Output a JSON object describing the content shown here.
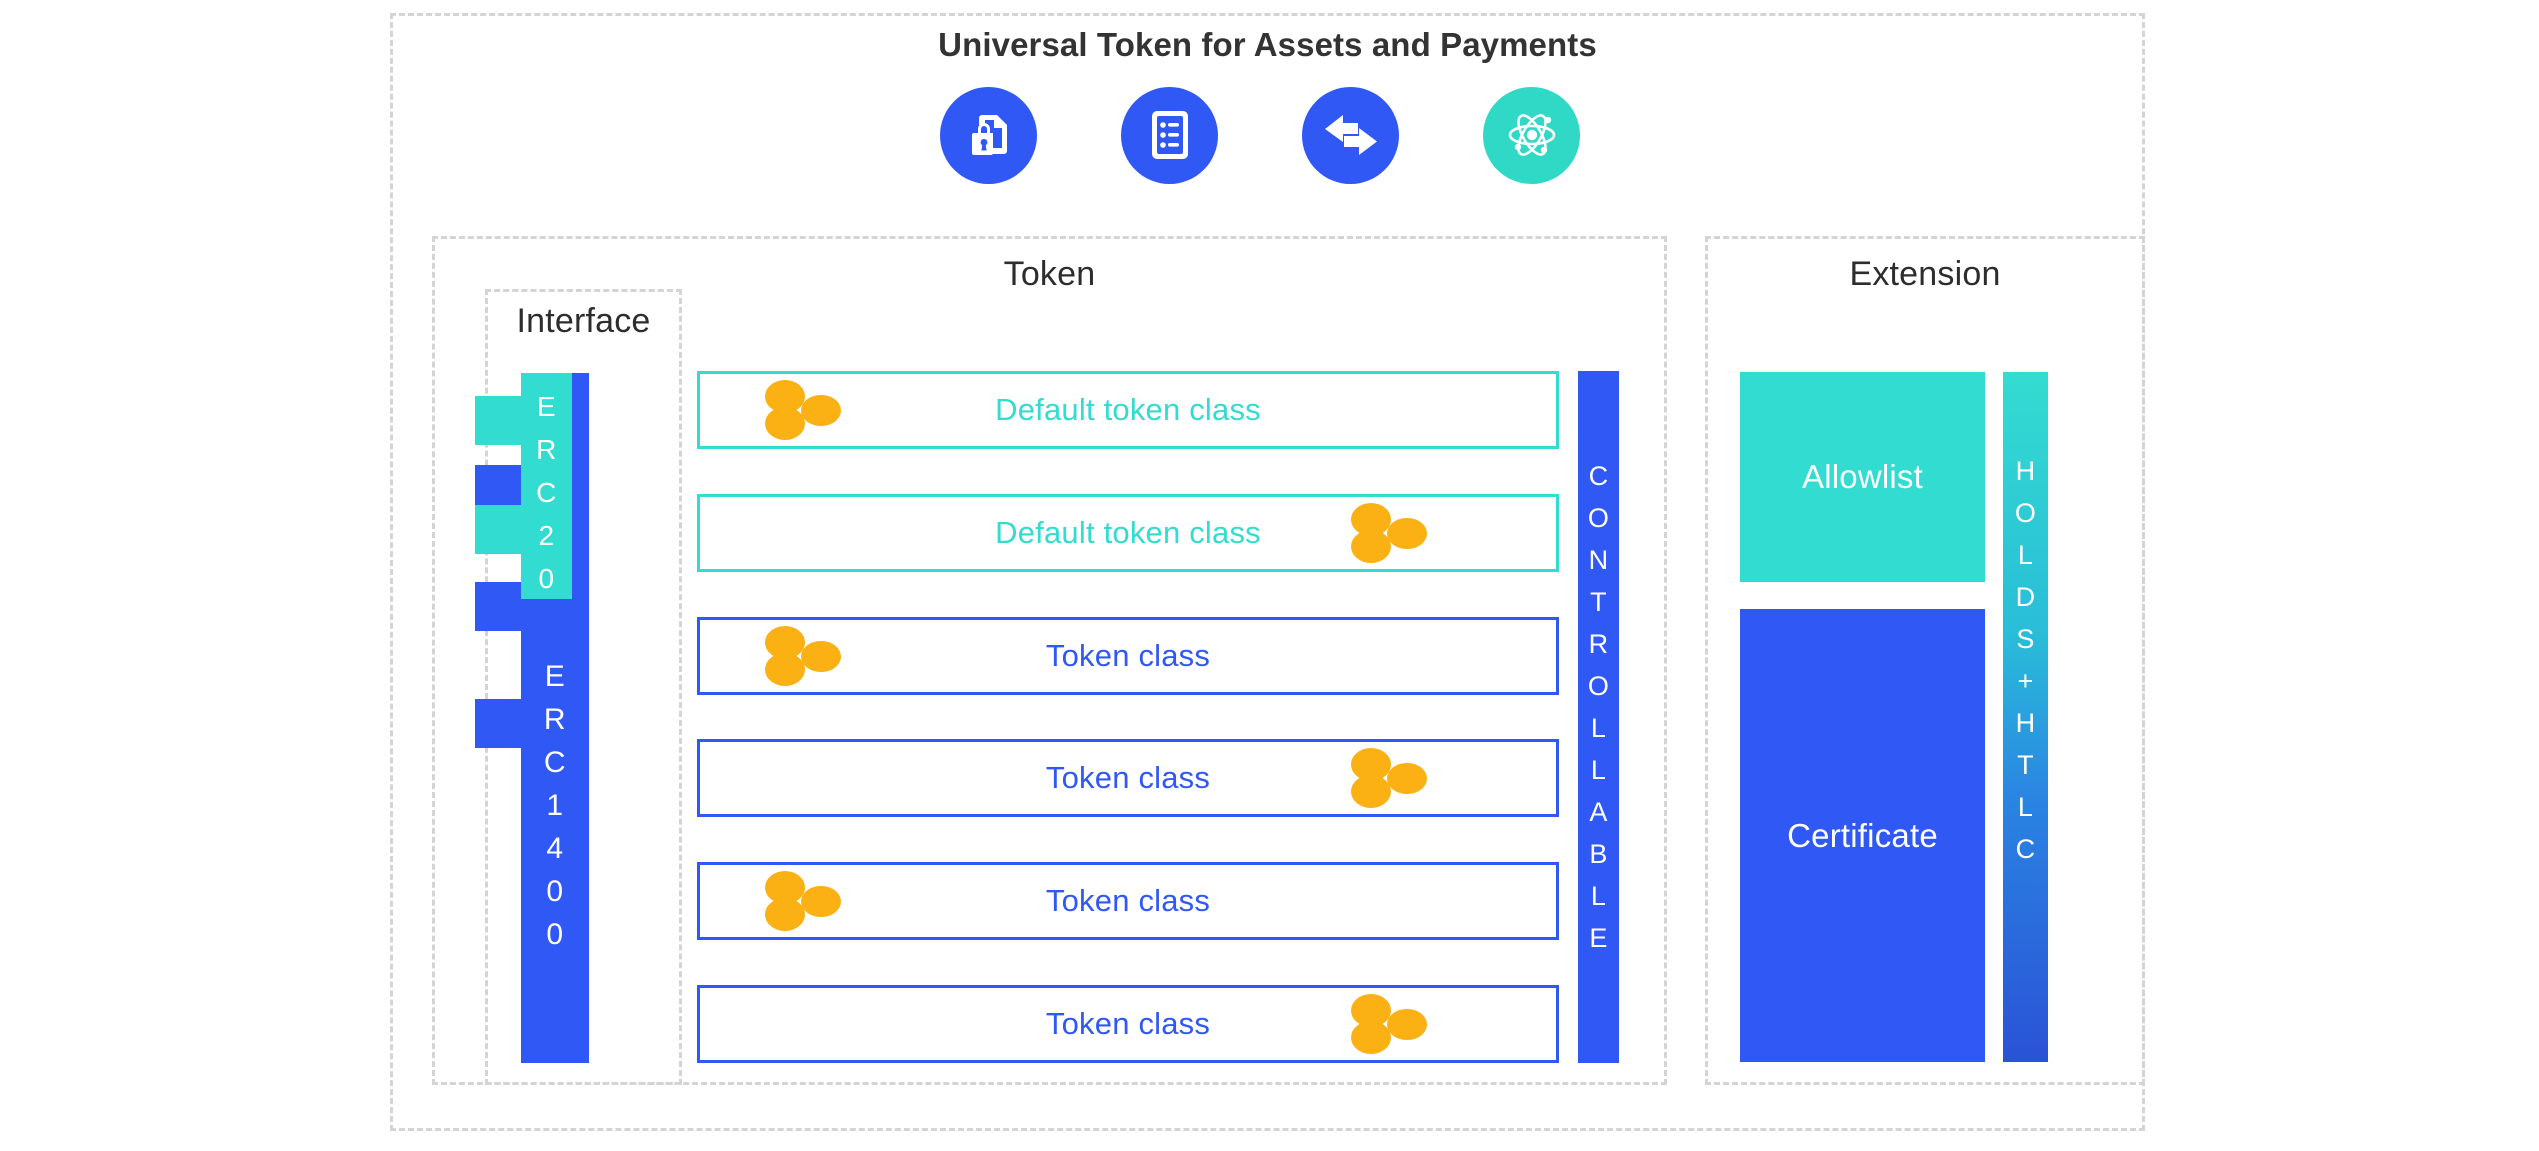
{
  "title": "Universal Token for Assets and Payments",
  "colors": {
    "teal": "#33DCD0",
    "blue": "#3058F5",
    "orange": "#FBB013",
    "dash_gray": "#D4D4D4",
    "title_gray": "#333333",
    "holds_gradient_start": "#33DCD0",
    "holds_gradient_end": "#2A52D6"
  },
  "icons": [
    {
      "name": "document-lock-icon",
      "bg": "#3058F5",
      "meaning": "Secure document / locked asset"
    },
    {
      "name": "clipboard-list-icon",
      "bg": "#3058F5",
      "meaning": "Compliance checklist"
    },
    {
      "name": "bidirectional-arrows-icon",
      "bg": "#3058F5",
      "meaning": "Transfer / exchange"
    },
    {
      "name": "atom-icon",
      "bg": "#2FD9C6",
      "meaning": "Atomic swap / interoperability"
    }
  ],
  "panels": {
    "token": {
      "label": "Token"
    },
    "interface": {
      "label": "Interface"
    },
    "extension": {
      "label": "Extension"
    }
  },
  "interface": {
    "standards": [
      {
        "name": "erc20",
        "label": "ERC20",
        "letters": [
          "E",
          "R",
          "C",
          "2",
          "0"
        ],
        "color": "#33DCD0",
        "tabs": 2
      },
      {
        "name": "erc1400",
        "label": "ERC1400",
        "letters": [
          "E",
          "R",
          "C",
          "1",
          "4",
          "0",
          "0"
        ],
        "color": "#3058F5",
        "tabs": 3
      }
    ]
  },
  "token_classes": [
    {
      "label": "Default token class",
      "color": "#33DCD0",
      "variant": "teal",
      "dots": "left",
      "dot_count": 3
    },
    {
      "label": "Default token class",
      "color": "#33DCD0",
      "variant": "teal",
      "dots": "right",
      "dot_count": 3
    },
    {
      "label": "Token class",
      "color": "#3058F5",
      "variant": "blue",
      "dots": "left",
      "dot_count": 3
    },
    {
      "label": "Token class",
      "color": "#3058F5",
      "variant": "blue",
      "dots": "right",
      "dot_count": 3
    },
    {
      "label": "Token class",
      "color": "#3058F5",
      "variant": "blue",
      "dots": "left",
      "dot_count": 3
    },
    {
      "label": "Token class",
      "color": "#3058F5",
      "variant": "blue",
      "dots": "right",
      "dot_count": 3
    }
  ],
  "controllable": {
    "label": "CONTROLLABLE",
    "letters": [
      "C",
      "O",
      "N",
      "T",
      "R",
      "O",
      "L",
      "L",
      "A",
      "B",
      "L",
      "E"
    ],
    "color": "#3058F5"
  },
  "extension": {
    "blocks": [
      {
        "name": "allowlist",
        "label": "Allowlist",
        "color": "#33DCD0"
      },
      {
        "name": "certificate",
        "label": "Certificate",
        "color": "#3058F5"
      }
    ],
    "side_bar": {
      "label": "HOLDS + HTLC",
      "letters": [
        "H",
        "O",
        "L",
        "D",
        "S",
        "+",
        "H",
        "T",
        "L",
        "C"
      ]
    }
  }
}
